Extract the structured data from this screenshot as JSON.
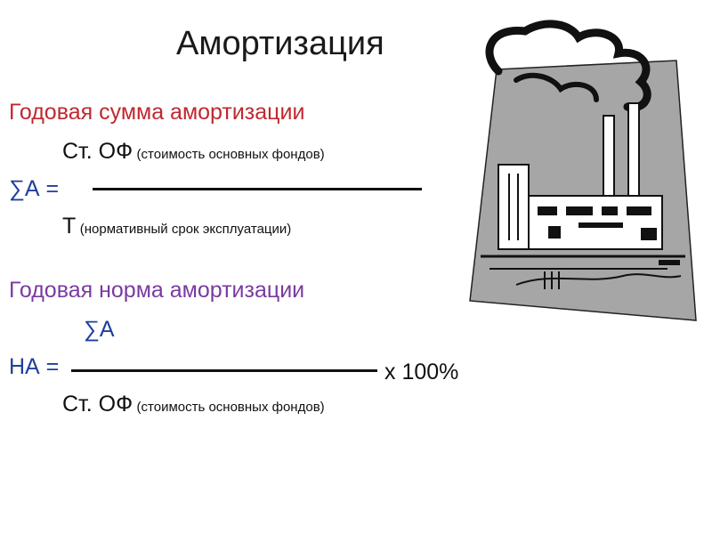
{
  "slide": {
    "title": "Амортизация",
    "section1": {
      "heading": "Годовая сумма амортизации",
      "numerator_main": "Ст. ОФ",
      "numerator_note": "(стоимость основных фондов)",
      "lhs": "∑А =",
      "denominator_main": "Т",
      "denominator_note": "(нормативный срок эксплуатации)"
    },
    "section2": {
      "heading": "Годовая норма амортизации",
      "numerator": "∑А",
      "lhs": "НА =",
      "multiplier": "х 100%",
      "denominator_main": "Ст. ОФ",
      "denominator_note": "(стоимость основных фондов)"
    },
    "illustration": {
      "icon": "factory-icon"
    },
    "colors": {
      "heading1": "#c0282f",
      "heading2": "#7a3aa0",
      "formula_symbol": "#1f3f9a",
      "panel": "#a6a6a6"
    }
  }
}
